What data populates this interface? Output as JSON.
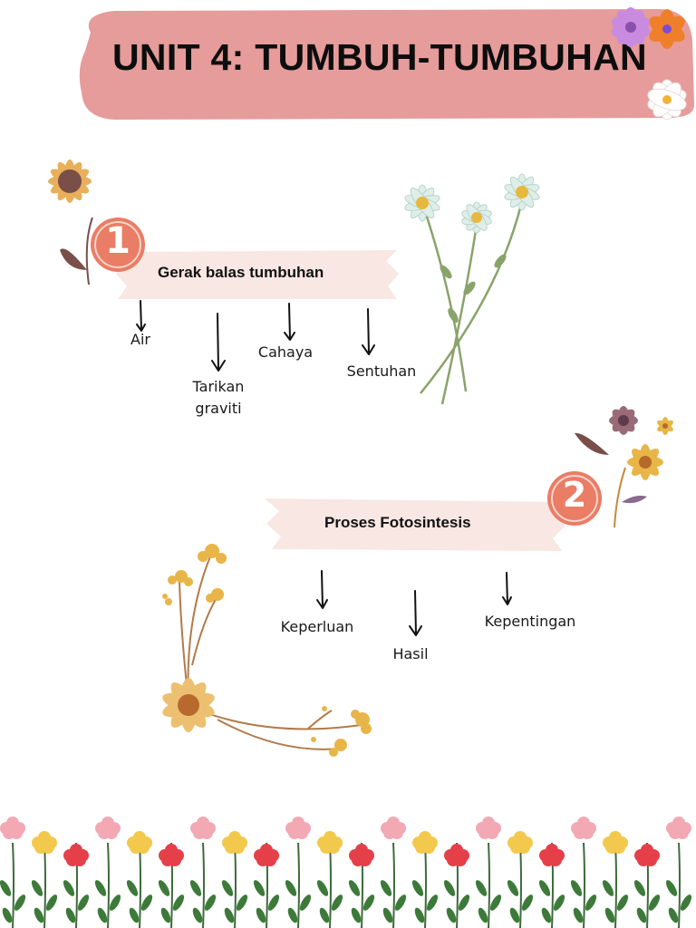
{
  "title": "UNIT 4: TUMBUH-TUMBUHAN",
  "colors": {
    "title_banner": "#e59c9a",
    "ribbon": "#f8e7e2",
    "badge": "#e97d66",
    "badge_ring": "#f0a896",
    "petal_orange": "#e8b05a",
    "flower_center": "#7a4e49",
    "daisy_petal": "#dfeee9",
    "stem": "#8aa36b"
  },
  "sections": [
    {
      "number": "1",
      "heading": "Gerak balas tumbuhan",
      "branches": [
        {
          "label": "Air"
        },
        {
          "label": "Tarikan graviti"
        },
        {
          "label": "Cahaya"
        },
        {
          "label": "Sentuhan"
        }
      ]
    },
    {
      "number": "2",
      "heading": "Proses Fotosintesis",
      "branches": [
        {
          "label": "Keperluan"
        },
        {
          "label": "Hasil"
        },
        {
          "label": "Kepentingan"
        }
      ]
    }
  ],
  "decorations": {
    "bottom_border": "flower-border-icon",
    "corner_flowers": "flower-cluster-icon",
    "daisies": "daisy-bouquet-icon"
  }
}
